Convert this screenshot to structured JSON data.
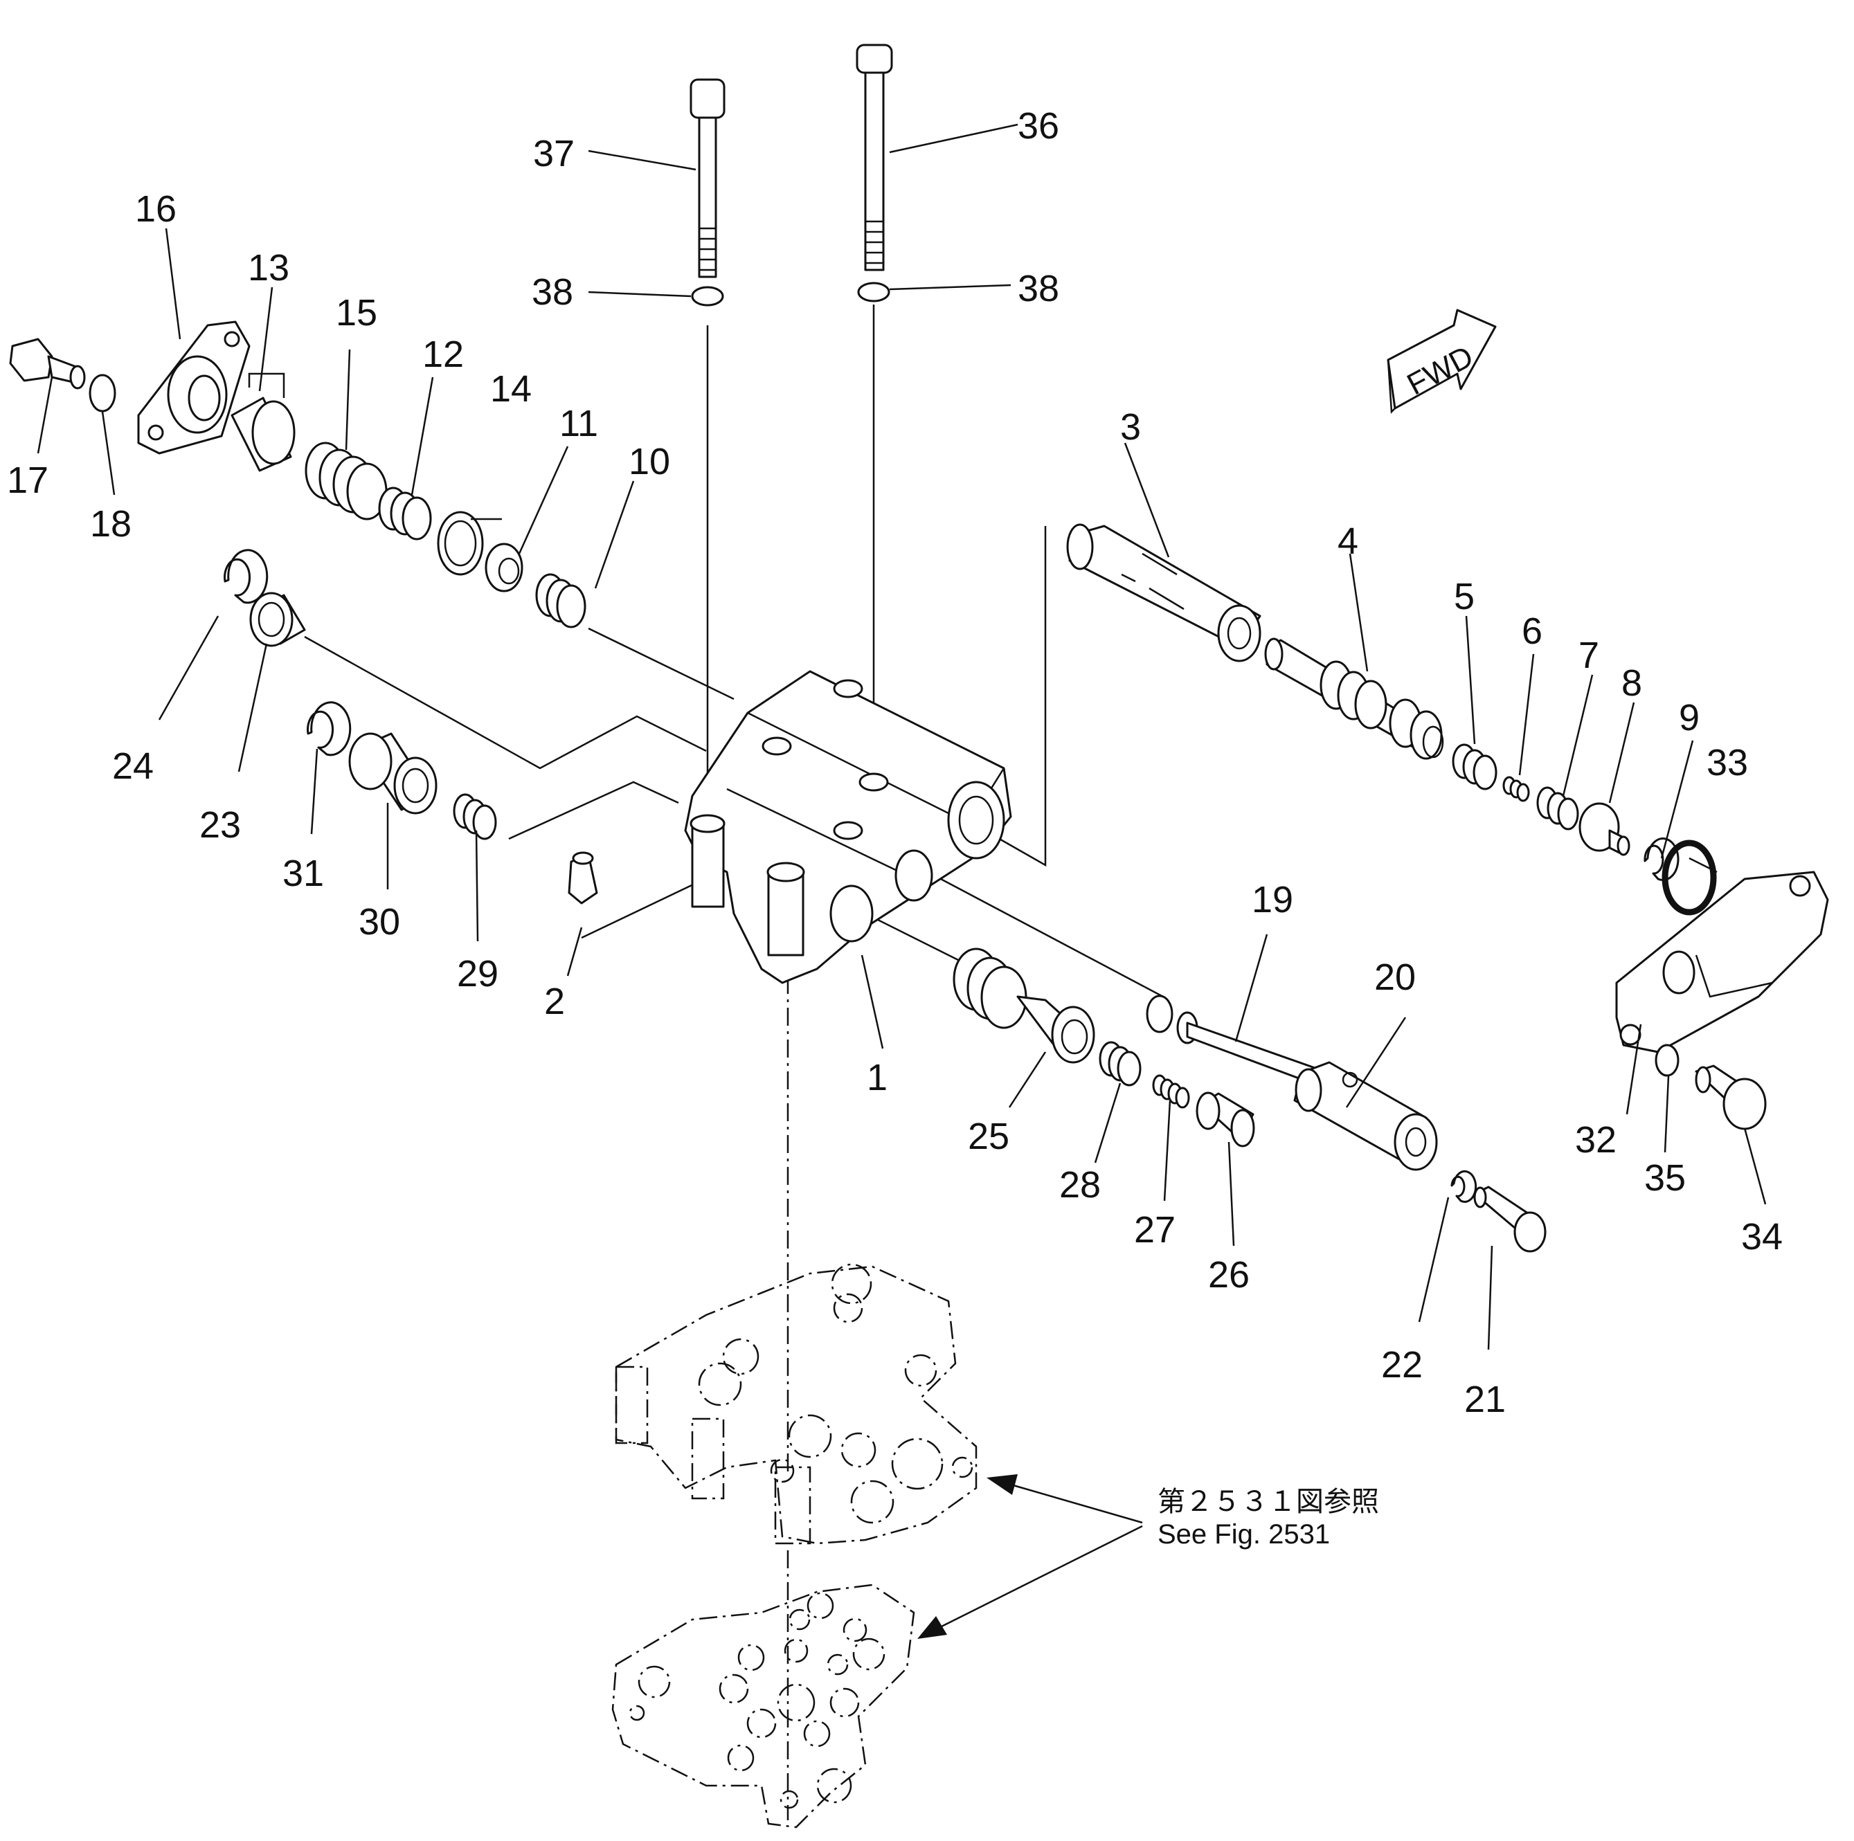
{
  "diagram": {
    "fwd_label": "FWD",
    "callouts": [
      {
        "id": "c1",
        "text": "1"
      },
      {
        "id": "c2",
        "text": "2"
      },
      {
        "id": "c3",
        "text": "3"
      },
      {
        "id": "c4",
        "text": "4"
      },
      {
        "id": "c5",
        "text": "5"
      },
      {
        "id": "c6",
        "text": "6"
      },
      {
        "id": "c7",
        "text": "7"
      },
      {
        "id": "c8",
        "text": "8"
      },
      {
        "id": "c9",
        "text": "9"
      },
      {
        "id": "c10",
        "text": "10"
      },
      {
        "id": "c11",
        "text": "11"
      },
      {
        "id": "c12",
        "text": "12"
      },
      {
        "id": "c13",
        "text": "13"
      },
      {
        "id": "c14",
        "text": "14"
      },
      {
        "id": "c15",
        "text": "15"
      },
      {
        "id": "c16",
        "text": "16"
      },
      {
        "id": "c17",
        "text": "17"
      },
      {
        "id": "c18",
        "text": "18"
      },
      {
        "id": "c19",
        "text": "19"
      },
      {
        "id": "c20",
        "text": "20"
      },
      {
        "id": "c21",
        "text": "21"
      },
      {
        "id": "c22",
        "text": "22"
      },
      {
        "id": "c23",
        "text": "23"
      },
      {
        "id": "c24",
        "text": "24"
      },
      {
        "id": "c25",
        "text": "25"
      },
      {
        "id": "c26",
        "text": "26"
      },
      {
        "id": "c27",
        "text": "27"
      },
      {
        "id": "c28",
        "text": "28"
      },
      {
        "id": "c29",
        "text": "29"
      },
      {
        "id": "c30",
        "text": "30"
      },
      {
        "id": "c31",
        "text": "31"
      },
      {
        "id": "c32",
        "text": "32"
      },
      {
        "id": "c33",
        "text": "33"
      },
      {
        "id": "c34",
        "text": "34"
      },
      {
        "id": "c35",
        "text": "35"
      },
      {
        "id": "c36",
        "text": "36"
      },
      {
        "id": "c37",
        "text": "37"
      },
      {
        "id": "c38a",
        "text": "38"
      },
      {
        "id": "c38b",
        "text": "38"
      }
    ],
    "reference_note": {
      "line1": "第２５３１図参照",
      "line2": "See Fig. 2531"
    }
  }
}
